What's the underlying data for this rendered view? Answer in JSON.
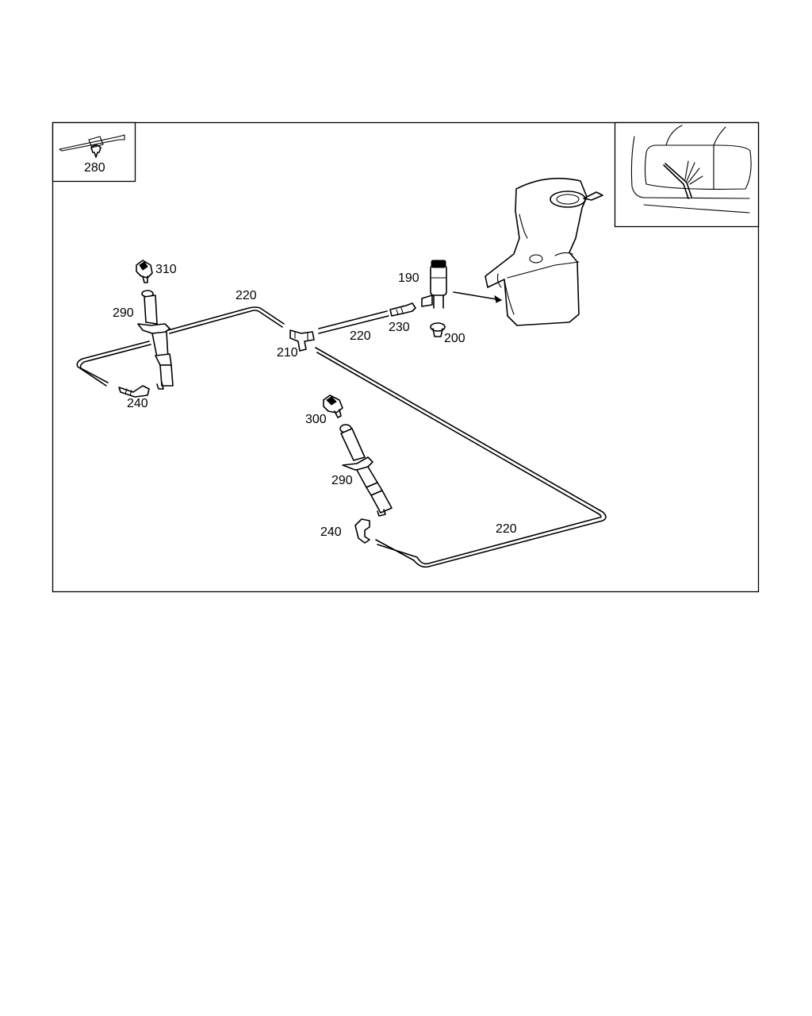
{
  "diagram": {
    "inset_part_label": "280",
    "labels": {
      "p310": "310",
      "p290_left": "290",
      "p220_top": "220",
      "p220_mid": "220",
      "p210": "210",
      "p230": "230",
      "p190": "190",
      "p200": "200",
      "p240_left": "240",
      "p300": "300",
      "p290_right": "290",
      "p240_right": "240",
      "p220_bottom": "220"
    }
  }
}
